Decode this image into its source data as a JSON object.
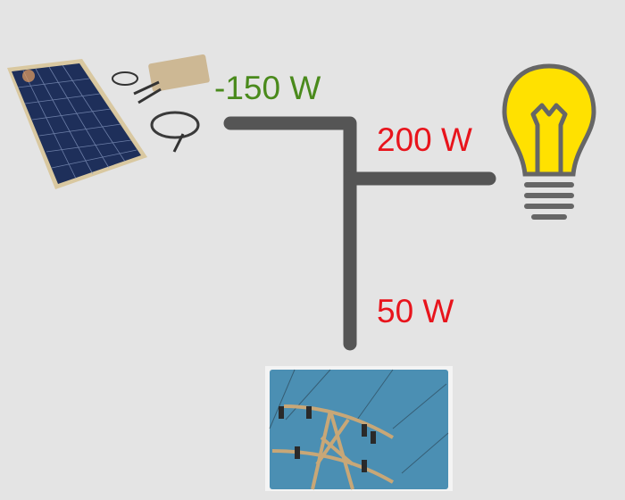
{
  "flows": {
    "solar": {
      "label": "-150 W",
      "color": "#4a8a1c"
    },
    "load": {
      "label": "200 W",
      "color": "#e8141c"
    },
    "grid": {
      "label": "50 W",
      "color": "#e8141c"
    }
  },
  "colors": {
    "wire": "#555555",
    "bulb": "#ffe100",
    "bulb_outline": "#666666",
    "sky": "#4b8fb3"
  },
  "icons": [
    "solar-panel-icon",
    "light-bulb-icon",
    "power-pylon-icon"
  ]
}
